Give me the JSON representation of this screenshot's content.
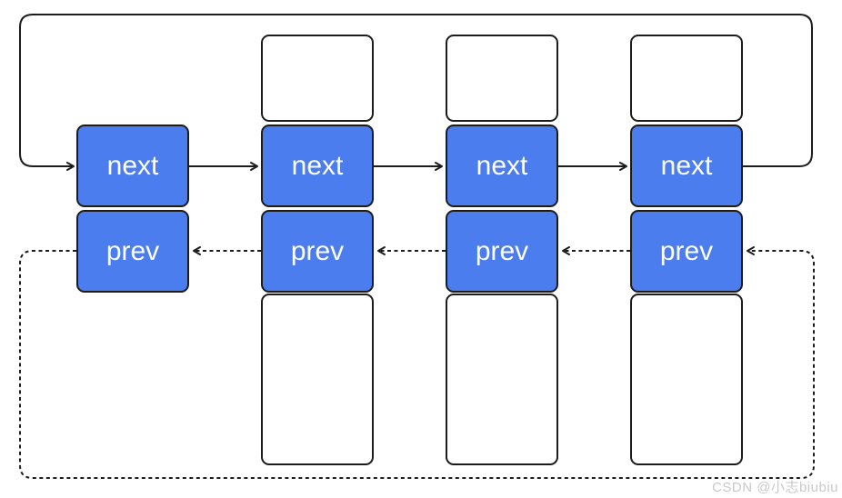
{
  "nodes": [
    {
      "name": "node-1",
      "next_label": "next",
      "prev_label": "prev"
    },
    {
      "name": "node-2",
      "next_label": "next",
      "prev_label": "prev"
    },
    {
      "name": "node-3",
      "next_label": "next",
      "prev_label": "prev"
    },
    {
      "name": "node-4",
      "next_label": "next",
      "prev_label": "prev"
    }
  ],
  "edges": [
    {
      "from": "node-1.next",
      "to": "node-2",
      "style": "solid"
    },
    {
      "from": "node-2.next",
      "to": "node-3",
      "style": "solid"
    },
    {
      "from": "node-3.next",
      "to": "node-4",
      "style": "solid"
    },
    {
      "from": "node-4.next",
      "to": "node-1",
      "style": "solid",
      "route": "around-top"
    },
    {
      "from": "node-2.prev",
      "to": "node-1",
      "style": "dashed"
    },
    {
      "from": "node-3.prev",
      "to": "node-2",
      "style": "dashed"
    },
    {
      "from": "node-4.prev",
      "to": "node-3",
      "style": "dashed"
    },
    {
      "from": "node-1.prev",
      "to": "node-4",
      "style": "dashed",
      "route": "around-bottom"
    }
  ],
  "colors": {
    "field_fill": "#4b7dee",
    "line": "#1c1c1c",
    "label_text": "#ffffff",
    "watermark_text": "#c9c9c9"
  },
  "watermark": {
    "text": "CSDN @小志biubiu"
  }
}
